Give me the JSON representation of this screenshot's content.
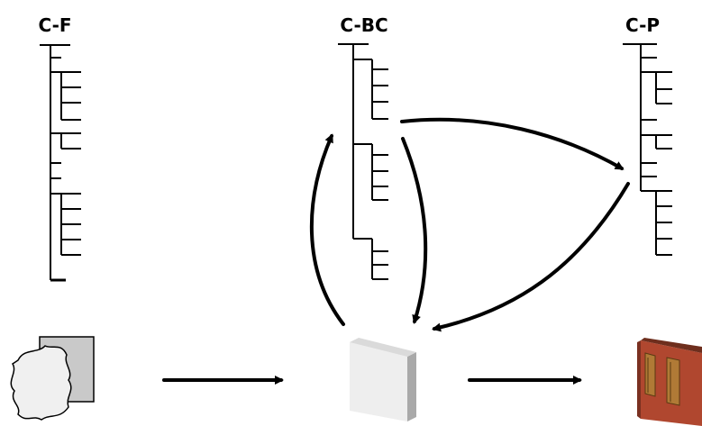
{
  "trees": {
    "cf": {
      "title": "C-F"
    },
    "cbc": {
      "title": "C-BC"
    },
    "cp": {
      "title": "C-P"
    }
  },
  "colors": {
    "line": "#000000",
    "sketch_fill": "#f0f0f0",
    "sheet_fill": "#c9c9c9",
    "wall_face": "#eeeeee",
    "wall_side": "#a9a9a9",
    "brick": "#b0472f",
    "timber": "#b07a36"
  },
  "icons": {
    "sketch": "rough-sketch-icon",
    "wall_plain": "plain-wall-block-icon",
    "wall_detailed": "brick-wall-with-openings-icon"
  }
}
